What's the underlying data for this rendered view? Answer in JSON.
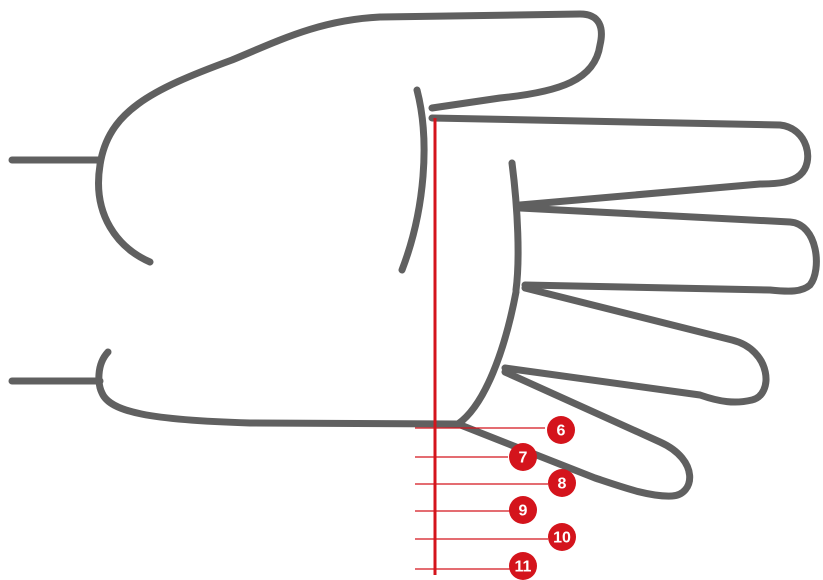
{
  "colors": {
    "hand_outline": "#606060",
    "measure_red": "#d4141c",
    "badge_text": "#ffffff",
    "background": "#ffffff"
  },
  "sizes": [
    {
      "label": "6"
    },
    {
      "label": "7"
    },
    {
      "label": "8"
    },
    {
      "label": "9"
    },
    {
      "label": "10"
    },
    {
      "label": "11"
    }
  ]
}
